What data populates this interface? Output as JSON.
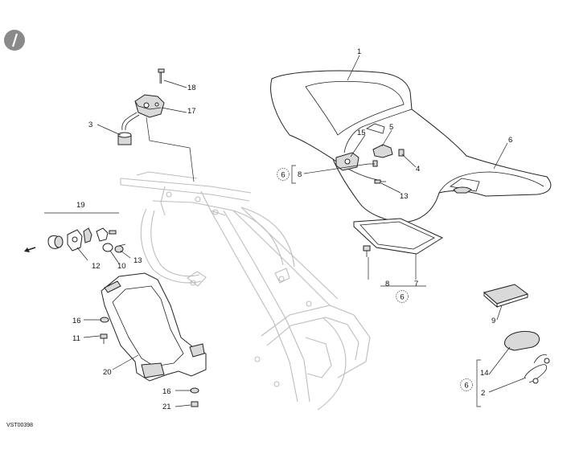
{
  "diagram_code": "VST00398",
  "callouts": [
    {
      "id": "c1",
      "label": "1"
    },
    {
      "id": "c2",
      "label": "2"
    },
    {
      "id": "c3",
      "label": "3"
    },
    {
      "id": "c4",
      "label": "4"
    },
    {
      "id": "c5",
      "label": "5"
    },
    {
      "id": "c6a",
      "label": "6"
    },
    {
      "id": "c7",
      "label": "7"
    },
    {
      "id": "c8a",
      "label": "8"
    },
    {
      "id": "c8b",
      "label": "8"
    },
    {
      "id": "c9",
      "label": "9"
    },
    {
      "id": "c10",
      "label": "10"
    },
    {
      "id": "c11",
      "label": "11"
    },
    {
      "id": "c12",
      "label": "12"
    },
    {
      "id": "c13a",
      "label": "13"
    },
    {
      "id": "c13b",
      "label": "13"
    },
    {
      "id": "c14",
      "label": "14"
    },
    {
      "id": "c15",
      "label": "15"
    },
    {
      "id": "c16a",
      "label": "16"
    },
    {
      "id": "c16b",
      "label": "16"
    },
    {
      "id": "c17",
      "label": "17"
    },
    {
      "id": "c18",
      "label": "18"
    },
    {
      "id": "c19",
      "label": "19"
    },
    {
      "id": "c20",
      "label": "20"
    },
    {
      "id": "c21",
      "label": "21"
    }
  ],
  "badges": [
    {
      "id": "b1",
      "label": "6"
    },
    {
      "id": "b2",
      "label": "6"
    },
    {
      "id": "b3",
      "label": "6"
    }
  ],
  "colors": {
    "ink": "#222222",
    "frame": "#bdbdbd",
    "shade": "#d9d9d9"
  }
}
